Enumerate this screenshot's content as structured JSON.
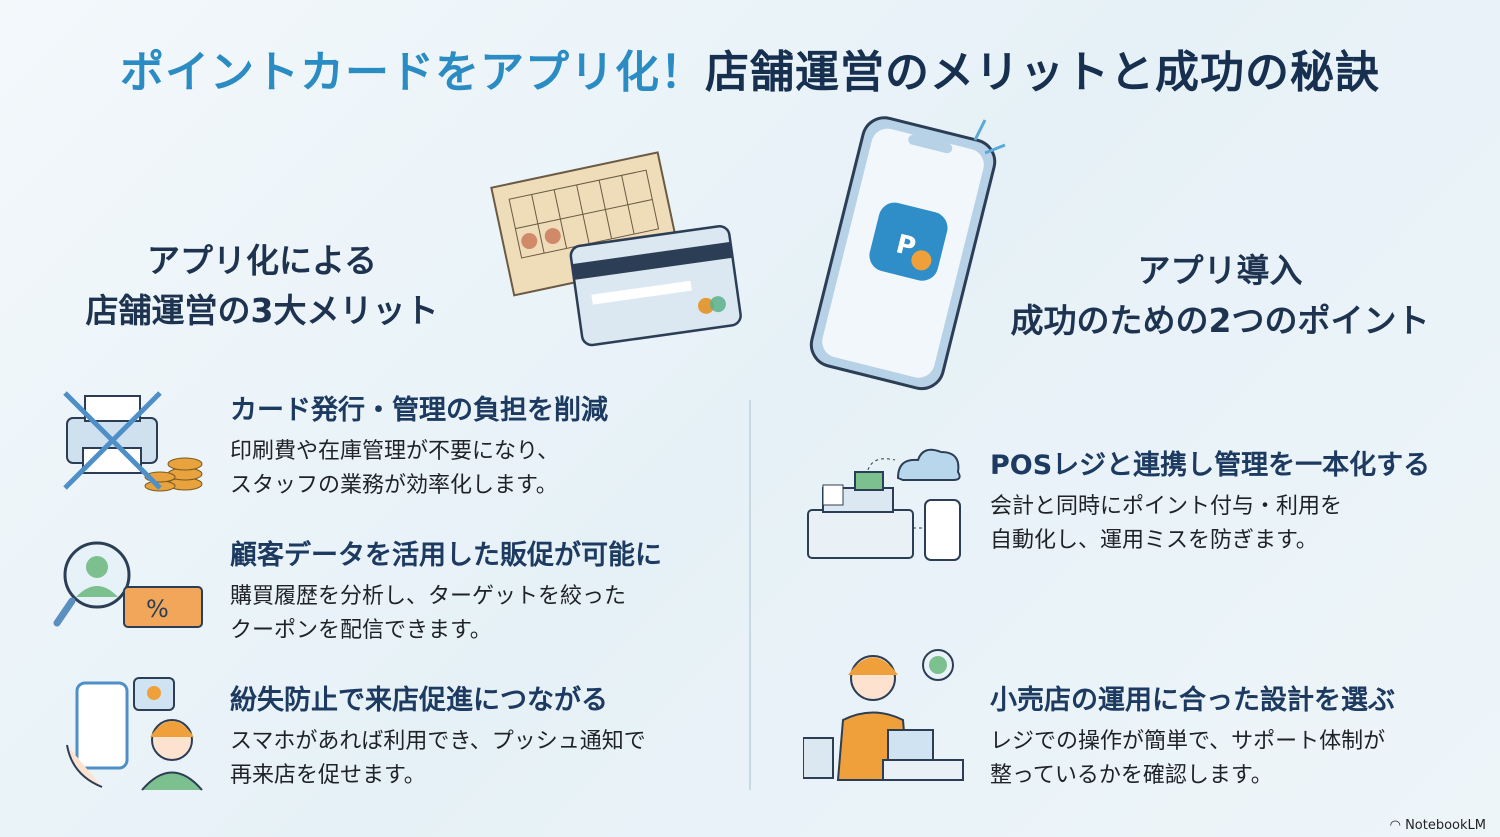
{
  "title": {
    "part1": "ポイントカードをアプリ化！",
    "part2": "店舗運営のメリットと成功の秘訣"
  },
  "left": {
    "heading": [
      "アプリ化による",
      "店舗運営の3大メリット"
    ],
    "items": [
      {
        "title": "カード発行・管理の負担を削減",
        "body": [
          "印刷費や在庫管理が不要になり、",
          "スタッフの業務が効率化します。"
        ],
        "icon": "crossed-printer-coins-icon"
      },
      {
        "title": "顧客データを活用した販促が可能に",
        "body": [
          "購買履歴を分析し、ターゲットを絞った",
          "クーポンを配信できます。"
        ],
        "icon": "customer-search-coupon-icon"
      },
      {
        "title": "紛失防止で来店促進につながる",
        "body": [
          "スマホがあれば利用でき、プッシュ通知で",
          "再来店を促せます。"
        ],
        "icon": "phone-notification-icon"
      }
    ]
  },
  "right": {
    "heading": [
      "アプリ導入",
      "成功のための2つのポイント"
    ],
    "items": [
      {
        "title": "POSレジと連携し管理を一本化する",
        "body": [
          "会計と同時にポイント付与・利用を",
          "自動化し、運用ミスを防ぎます。"
        ],
        "icon": "pos-cloud-phone-icon"
      },
      {
        "title": "小売店の運用に合った設計を選ぶ",
        "body": [
          "レジでの操作が簡単で、サポート体制が",
          "整っているかを確認します。"
        ],
        "icon": "cashier-support-icon"
      }
    ]
  },
  "brand": "NotebookLM",
  "colors": {
    "accent": "#2b8cc4",
    "navy": "#17304f"
  }
}
